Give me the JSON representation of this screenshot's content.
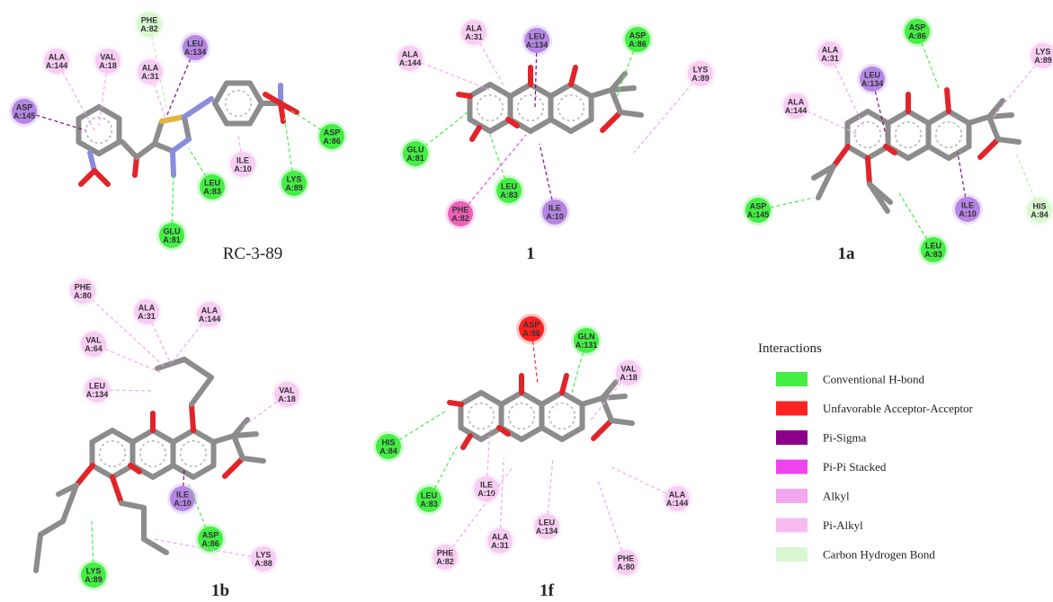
{
  "colors": {
    "hbond": "#44ee44",
    "unfavorable": "#ff2222",
    "pi_sigma": "#8a008a",
    "pi_pi": "#ee44ee",
    "alkyl": "#f2a7ee",
    "pi_alkyl": "#f6bcf2",
    "ch_bond": "#d9f7d0",
    "bond": "#8c8c8c",
    "oxygen": "#e0242a",
    "nitrogen": "#8a8cdf",
    "sulfur": "#e3b33c"
  },
  "legend": {
    "title": "Interactions",
    "items": [
      {
        "label": "Conventional  H-bond",
        "color": "#44ee44"
      },
      {
        "label": "Unfavorable  Acceptor-Acceptor",
        "color": "#ff2222"
      },
      {
        "label": "Pi-Sigma",
        "color": "#8a008a"
      },
      {
        "label": "Pi-Pi  Stacked",
        "color": "#ee44ee"
      },
      {
        "label": "Alkyl",
        "color": "#f2a7ee"
      },
      {
        "label": "Pi-Alkyl",
        "color": "#f6bcf2"
      },
      {
        "label": "Carbon Hydrogen Bond",
        "color": "#d9f7d0"
      }
    ]
  },
  "panels": [
    {
      "id": "rc",
      "label": "RC-3-89",
      "bold": false,
      "residues": [
        {
          "name": "PHE",
          "num": "A:82",
          "type": "ch"
        },
        {
          "name": "LEU",
          "num": "A:134",
          "type": "pisigma"
        },
        {
          "name": "ALA",
          "num": "A:144",
          "type": "alkyl"
        },
        {
          "name": "VAL",
          "num": "A:18",
          "type": "alkyl"
        },
        {
          "name": "ALA",
          "num": "A:31",
          "type": "alkyl"
        },
        {
          "name": "ASP",
          "num": "A:145",
          "type": "pisigma"
        },
        {
          "name": "ASP",
          "num": "A:86",
          "type": "hbond"
        },
        {
          "name": "ILE",
          "num": "A:10",
          "type": "alkyl"
        },
        {
          "name": "LYS",
          "num": "A:89",
          "type": "hbond"
        },
        {
          "name": "LEU",
          "num": "A:83",
          "type": "hbond"
        },
        {
          "name": "GLU",
          "num": "A:81",
          "type": "hbond"
        }
      ]
    },
    {
      "id": "c1",
      "label": "1",
      "bold": true,
      "residues": [
        {
          "name": "ALA",
          "num": "A:31",
          "type": "alkyl"
        },
        {
          "name": "LEU",
          "num": "A:134",
          "type": "pisigma"
        },
        {
          "name": "ASP",
          "num": "A:86",
          "type": "hbond"
        },
        {
          "name": "ALA",
          "num": "A:144",
          "type": "alkyl"
        },
        {
          "name": "LYS",
          "num": "A:89",
          "type": "alkyl"
        },
        {
          "name": "GLU",
          "num": "A:81",
          "type": "hbond"
        },
        {
          "name": "LEU",
          "num": "A:83",
          "type": "hbond"
        },
        {
          "name": "PHE",
          "num": "A:82",
          "type": "pipi"
        },
        {
          "name": "ILE",
          "num": "A:10",
          "type": "pisigma"
        }
      ]
    },
    {
      "id": "c1a",
      "label": "1a",
      "bold": true,
      "residues": [
        {
          "name": "ASP",
          "num": "A:86",
          "type": "hbond"
        },
        {
          "name": "ALA",
          "num": "A:31",
          "type": "alkyl"
        },
        {
          "name": "LYS",
          "num": "A:89",
          "type": "alkyl"
        },
        {
          "name": "LEU",
          "num": "A:134",
          "type": "pisigma"
        },
        {
          "name": "ALA",
          "num": "A:144",
          "type": "alkyl"
        },
        {
          "name": "ASP",
          "num": "A:145",
          "type": "hbond"
        },
        {
          "name": "ILE",
          "num": "A:10",
          "type": "pisigma"
        },
        {
          "name": "HIS",
          "num": "A:84",
          "type": "ch"
        },
        {
          "name": "LEU",
          "num": "A:83",
          "type": "hbond"
        }
      ]
    },
    {
      "id": "c1b",
      "label": "1b",
      "bold": true,
      "residues": [
        {
          "name": "PHE",
          "num": "A:80",
          "type": "alkyl"
        },
        {
          "name": "ALA",
          "num": "A:31",
          "type": "alkyl"
        },
        {
          "name": "ALA",
          "num": "A:144",
          "type": "alkyl"
        },
        {
          "name": "VAL",
          "num": "A:64",
          "type": "alkyl"
        },
        {
          "name": "LEU",
          "num": "A:134",
          "type": "alkyl"
        },
        {
          "name": "VAL",
          "num": "A:18",
          "type": "alkyl"
        },
        {
          "name": "ILE",
          "num": "A:10",
          "type": "pisigma"
        },
        {
          "name": "ASP",
          "num": "A:86",
          "type": "hbond"
        },
        {
          "name": "LYS",
          "num": "A:88",
          "type": "alkyl"
        },
        {
          "name": "LYS",
          "num": "A:89",
          "type": "hbond"
        }
      ]
    },
    {
      "id": "c1f",
      "label": "1f",
      "bold": true,
      "residues": [
        {
          "name": "ASP",
          "num": "A:86",
          "type": "unfav"
        },
        {
          "name": "GLN",
          "num": "A:131",
          "type": "hbond"
        },
        {
          "name": "VAL",
          "num": "A:18",
          "type": "alkyl"
        },
        {
          "name": "HIS",
          "num": "A:84",
          "type": "hbond"
        },
        {
          "name": "ILE",
          "num": "A:10",
          "type": "alkyl"
        },
        {
          "name": "LEU",
          "num": "A:83",
          "type": "hbond"
        },
        {
          "name": "ALA",
          "num": "A:144",
          "type": "alkyl"
        },
        {
          "name": "LEU",
          "num": "A:134",
          "type": "alkyl"
        },
        {
          "name": "ALA",
          "num": "A:31",
          "type": "alkyl"
        },
        {
          "name": "PHE",
          "num": "A:82",
          "type": "alkyl"
        },
        {
          "name": "PHE",
          "num": "A:80",
          "type": "alkyl"
        }
      ]
    }
  ]
}
